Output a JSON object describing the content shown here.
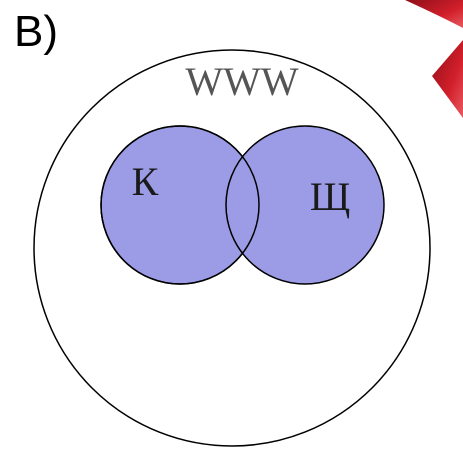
{
  "part_label": "B)",
  "colors": {
    "background": "#ffffff",
    "outline": "#000000",
    "set_fill": "#9c9ce6",
    "label_text": "#555555",
    "set_label_text": "#1a1a1a",
    "corner_arrow": "#d11f2b"
  },
  "diagram": {
    "universe_label": "WWW",
    "sets": [
      {
        "label": "К"
      },
      {
        "label": "Щ"
      }
    ]
  }
}
